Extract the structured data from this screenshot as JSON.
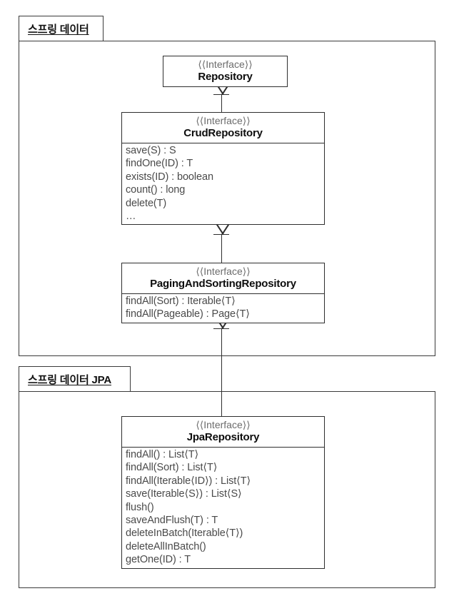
{
  "diagram": {
    "title": "Spring Data / Spring Data JPA repository hierarchy",
    "stereotype_label": "《 Interface 》",
    "colors": {
      "border": "#2e2e2e",
      "package_border": "#3a3a3a",
      "class_name": "#0d0d0d",
      "stereotype": "#6b6b6b",
      "member": "#4a4a4a",
      "background": "#ffffff"
    }
  },
  "packages": [
    {
      "id": "spring-data",
      "label": "스프링 데이터"
    },
    {
      "id": "spring-data-jpa",
      "label": "스프링 데이터 JPA"
    }
  ],
  "classes": [
    {
      "id": "repository",
      "stereotype": "⟨⟨Interface⟩⟩",
      "name": "Repository",
      "members": []
    },
    {
      "id": "crud-repository",
      "stereotype": "⟨⟨Interface⟩⟩",
      "name": "CrudRepository",
      "members": [
        "save(S) : S",
        "findOne(ID) : T",
        "exists(ID) : boolean",
        "count() : long",
        "delete(T)",
        "…"
      ]
    },
    {
      "id": "paging-and-sorting-repository",
      "stereotype": "⟨⟨Interface⟩⟩",
      "name": "PagingAndSortingRepository",
      "members": [
        "findAll(Sort) : Iterable⟨T⟩",
        "findAll(Pageable) : Page⟨T⟩"
      ]
    },
    {
      "id": "jpa-repository",
      "stereotype": "⟨⟨Interface⟩⟩",
      "name": "JpaRepository",
      "members": [
        "findAll() : List⟨T⟩",
        "findAll(Sort) : List⟨T⟩",
        "findAll(Iterable⟨ID⟩) : List⟨T⟩",
        "save(Iterable⟨S⟩) : List⟨S⟩",
        "flush()",
        "saveAndFlush(T) : T",
        "deleteInBatch(Iterable⟨T⟩)",
        "deleteAllInBatch()",
        "getOne(ID) : T"
      ]
    }
  ],
  "relationships": [
    {
      "id": "crud-to-repository",
      "type": "generalization",
      "from": "CrudRepository",
      "to": "Repository"
    },
    {
      "id": "paging-to-crud",
      "type": "generalization",
      "from": "PagingAndSortingRepository",
      "to": "CrudRepository"
    },
    {
      "id": "jpa-to-paging",
      "type": "generalization",
      "from": "JpaRepository",
      "to": "PagingAndSortingRepository"
    }
  ]
}
